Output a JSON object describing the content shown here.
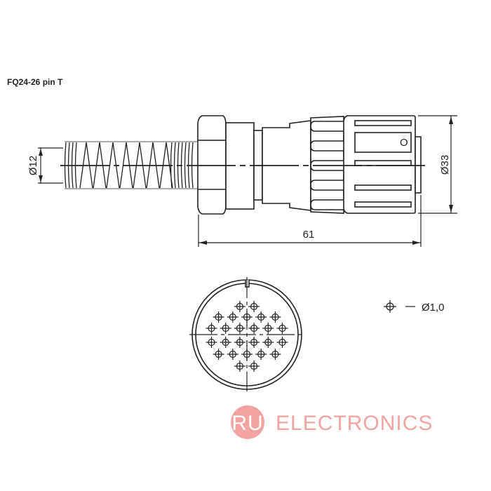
{
  "drawing": {
    "title": "FQ24-26 pin T",
    "dim_cable_diameter": "Ø12",
    "dim_length": "61",
    "dim_outer_diameter": "Ø33",
    "nut_marking": "O",
    "pin_legend": "Ø1,0",
    "pin_count": 26,
    "pin_rows": [
      2,
      5,
      6,
      6,
      5,
      2
    ]
  },
  "logo": {
    "badge": "RU",
    "text": "ELECTRONICS",
    "color": "#f4a3a3"
  }
}
